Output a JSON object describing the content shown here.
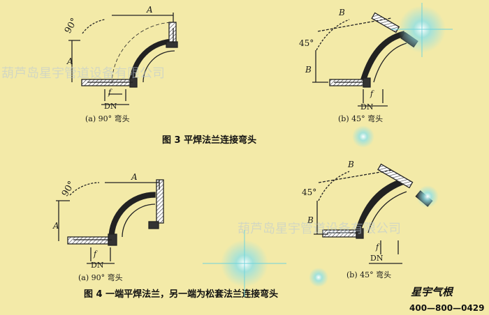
{
  "fig3": {
    "a_label": "(a) 90° 弯头",
    "b_label": "(b) 45° 弯头",
    "caption": "图 3    平焊法兰连接弯头"
  },
  "fig4": {
    "a_label": "(a) 90° 弯头",
    "b_label": "(b) 45° 弯头",
    "caption": "图 4    一端平焊法兰，另一端为松套法兰连接弯头"
  },
  "dims": {
    "angle90": "90°",
    "angle45": "45°",
    "A": "A",
    "B": "B",
    "f": "f",
    "DN": "DN"
  },
  "watermark": {
    "company": "葫芦岛星宇管道设备有限公司",
    "brand": "星宇气根",
    "phone": "400—800—0429"
  }
}
